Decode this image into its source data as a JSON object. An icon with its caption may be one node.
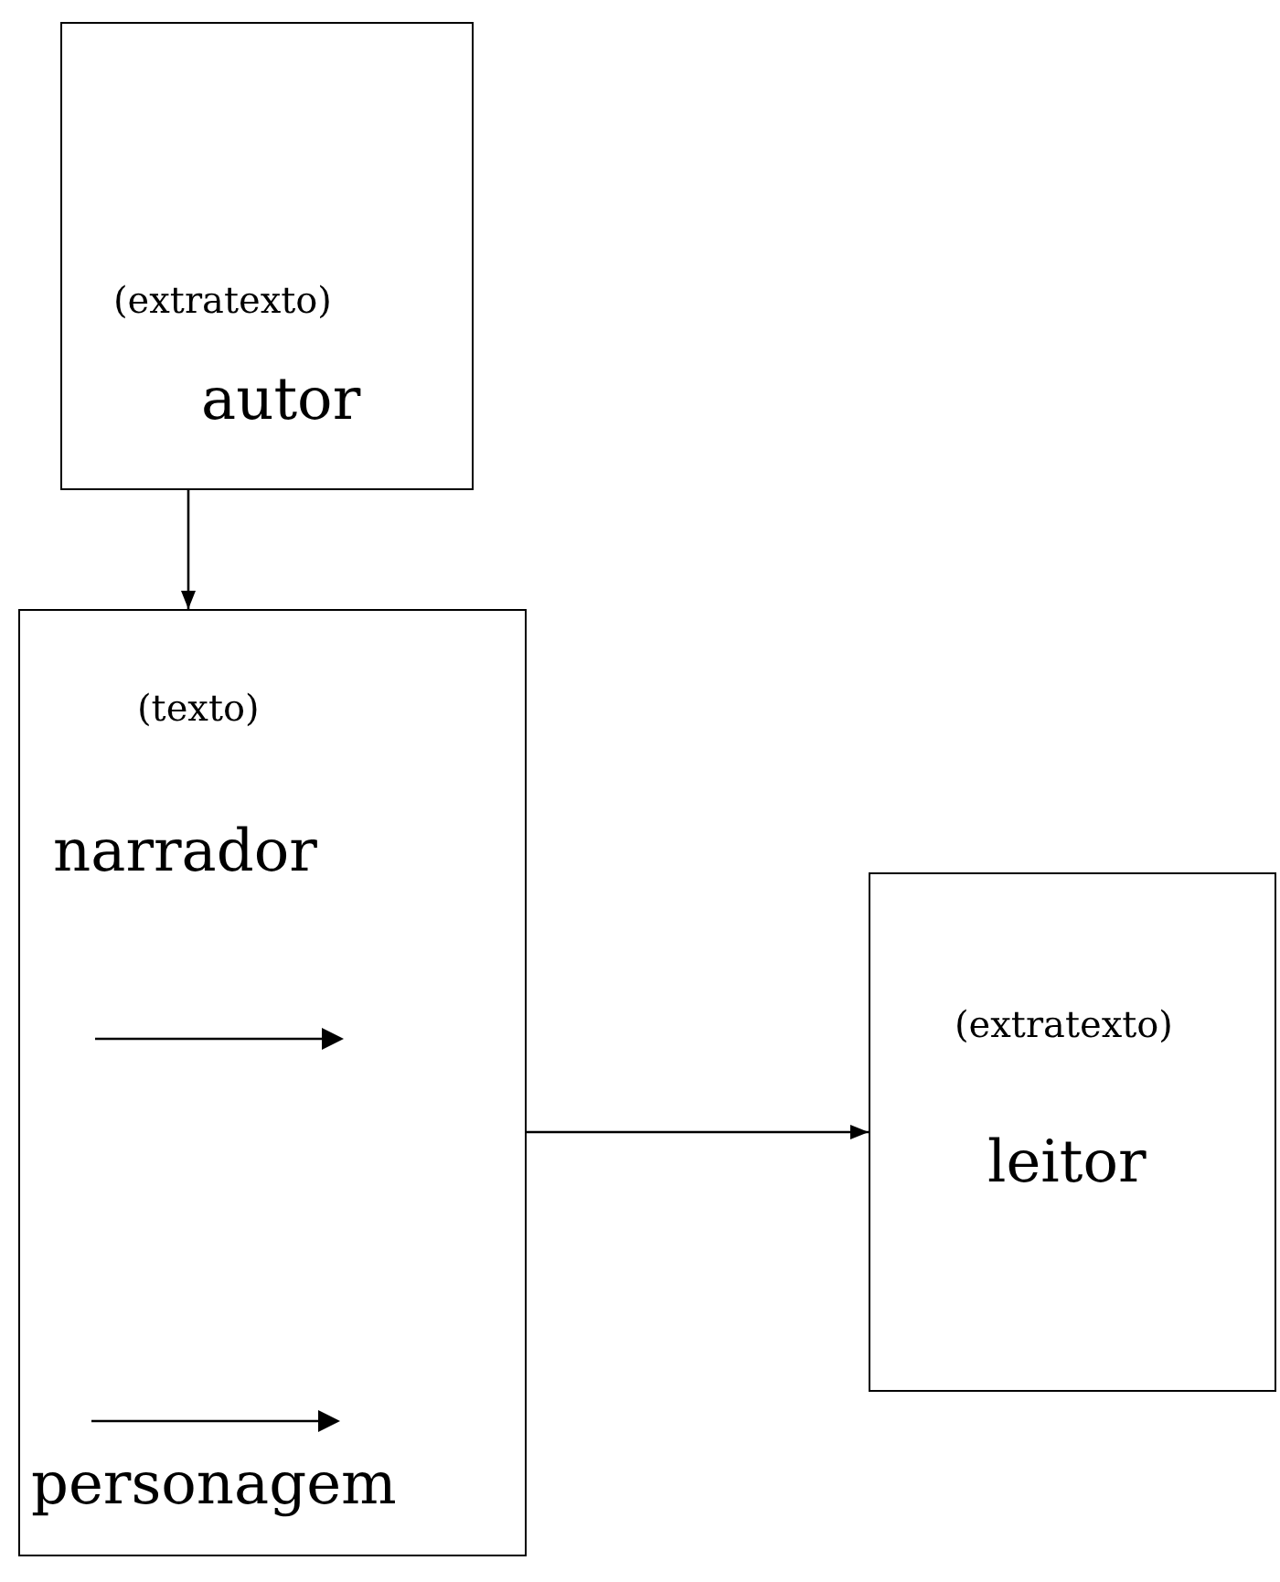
{
  "diagram": {
    "nodes": [
      {
        "text": [
          "(extratexto)",
          "autor"
        ]
      },
      {
        "text": [
          "(texto)",
          "narrador",
          "personagem"
        ]
      },
      {
        "text": [
          "(extratexto)",
          "leitor"
        ]
      }
    ],
    "edges": [
      {
        "from": 0,
        "to": 1,
        "arrow": "to"
      },
      {
        "from": 1,
        "to": 2,
        "arrow": "to"
      }
    ]
  }
}
